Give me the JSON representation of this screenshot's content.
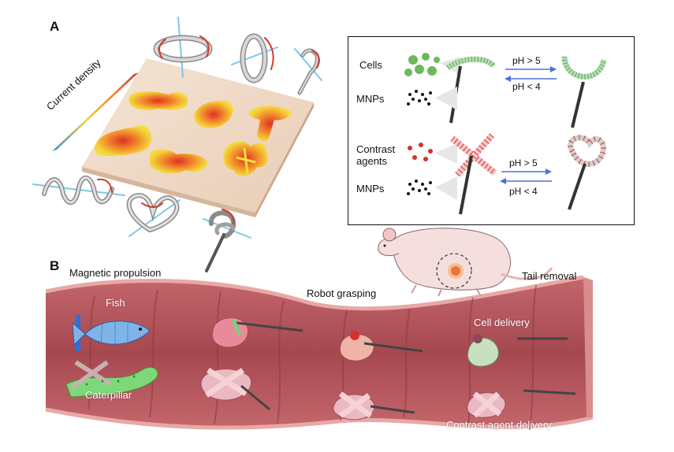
{
  "panel_a": {
    "letter": "A",
    "gradient_label": "Current density",
    "gradient_colors": [
      "#3a8fd8",
      "#f4d23a",
      "#f08a2a",
      "#e0302a"
    ],
    "inset": {
      "top": {
        "label1": "Cells",
        "label2": "MNPs",
        "forward": "pH > 5",
        "backward": "pH < 4"
      },
      "bottom": {
        "label1": "Contrast\nagents",
        "label2": "MNPs",
        "forward": "pH > 5",
        "backward": "pH < 4"
      }
    }
  },
  "panel_b": {
    "letter": "B",
    "labels": {
      "magnetic_propulsion": "Magnetic propulsion",
      "robot_grasping": "Robot grasping",
      "tail_removal": "Tail removal",
      "fish": "Fish",
      "caterpillar": "Caterpillar",
      "cell_delivery": "Cell delivery",
      "contrast_delivery": "Contrast agent delivery"
    },
    "tissue_color": "#b5545a"
  }
}
